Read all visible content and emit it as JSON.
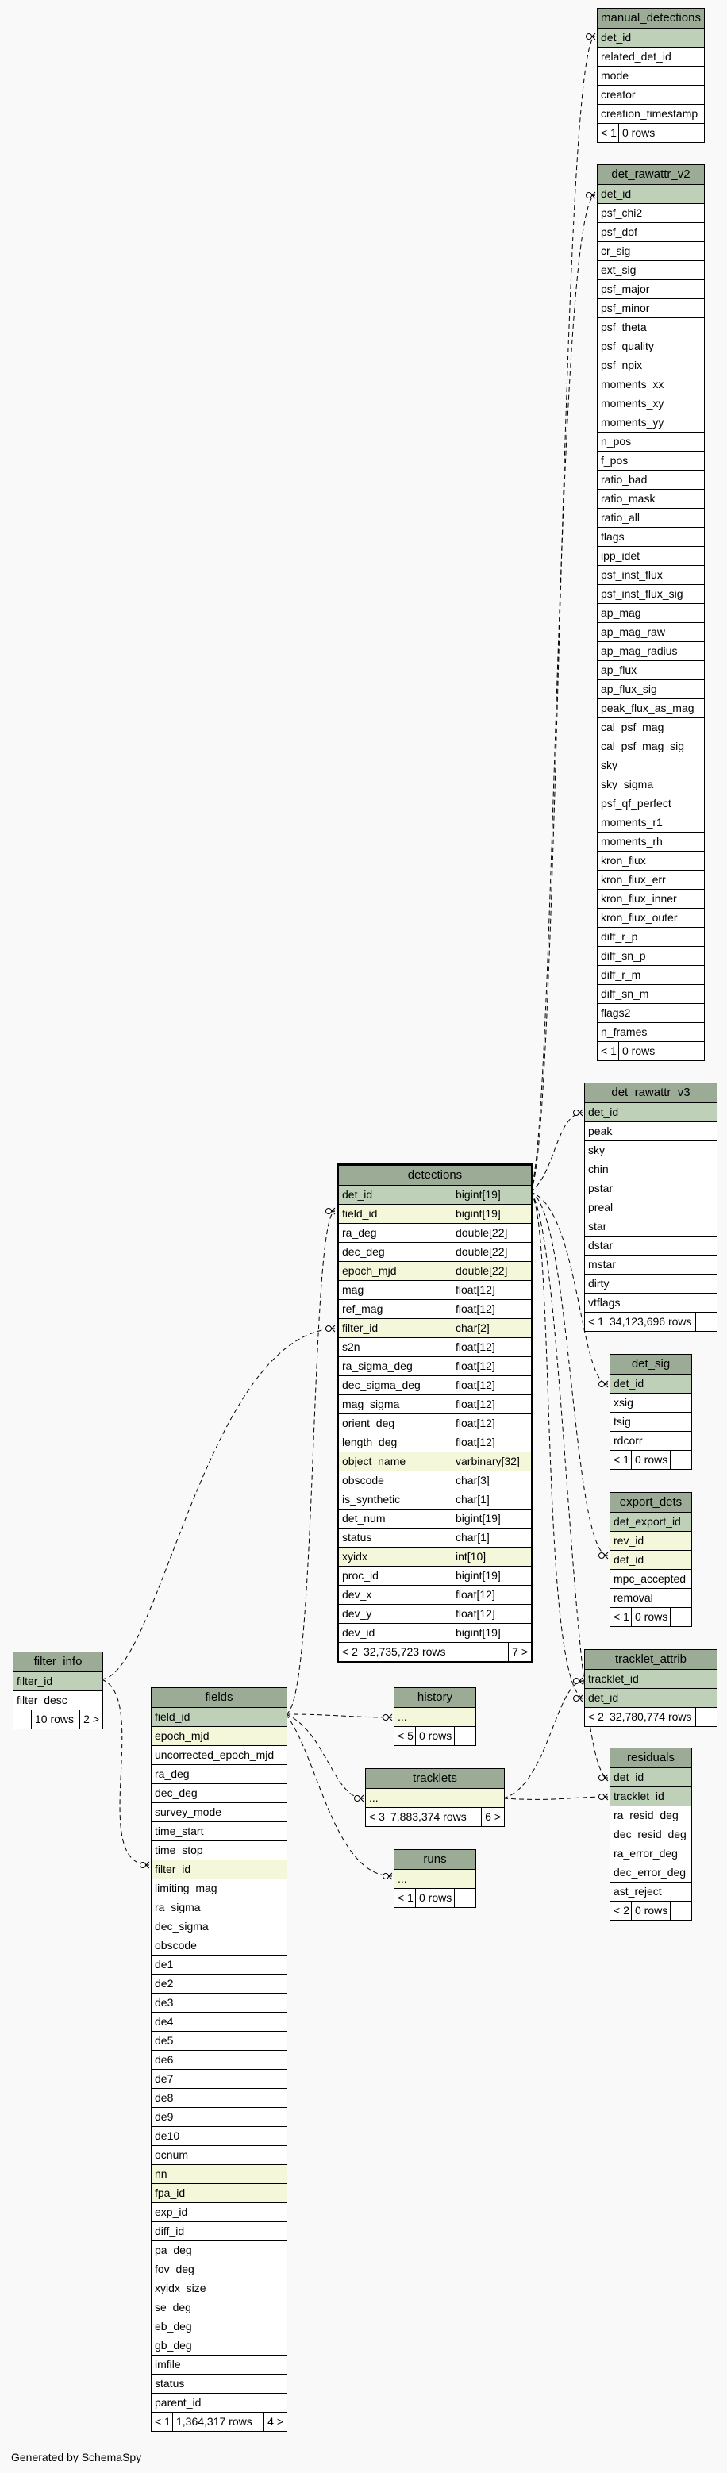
{
  "diagram": {
    "generator": "Generated by SchemaSpy",
    "tables": [
      {
        "key": "manual_detections",
        "name": "manual_detections",
        "columns": [
          {
            "name": "det_id",
            "kind": "pk"
          },
          {
            "name": "related_det_id"
          },
          {
            "name": "mode"
          },
          {
            "name": "creator"
          },
          {
            "name": "creation_timestamp"
          }
        ],
        "footer": {
          "left": "< 1",
          "rows": "0 rows",
          "right": ""
        }
      },
      {
        "key": "det_rawattr_v2",
        "name": "det_rawattr_v2",
        "columns": [
          {
            "name": "det_id",
            "kind": "pk"
          },
          {
            "name": "psf_chi2"
          },
          {
            "name": "psf_dof"
          },
          {
            "name": "cr_sig"
          },
          {
            "name": "ext_sig"
          },
          {
            "name": "psf_major"
          },
          {
            "name": "psf_minor"
          },
          {
            "name": "psf_theta"
          },
          {
            "name": "psf_quality"
          },
          {
            "name": "psf_npix"
          },
          {
            "name": "moments_xx"
          },
          {
            "name": "moments_xy"
          },
          {
            "name": "moments_yy"
          },
          {
            "name": "n_pos"
          },
          {
            "name": "f_pos"
          },
          {
            "name": "ratio_bad"
          },
          {
            "name": "ratio_mask"
          },
          {
            "name": "ratio_all"
          },
          {
            "name": "flags"
          },
          {
            "name": "ipp_idet"
          },
          {
            "name": "psf_inst_flux"
          },
          {
            "name": "psf_inst_flux_sig"
          },
          {
            "name": "ap_mag"
          },
          {
            "name": "ap_mag_raw"
          },
          {
            "name": "ap_mag_radius"
          },
          {
            "name": "ap_flux"
          },
          {
            "name": "ap_flux_sig"
          },
          {
            "name": "peak_flux_as_mag"
          },
          {
            "name": "cal_psf_mag"
          },
          {
            "name": "cal_psf_mag_sig"
          },
          {
            "name": "sky"
          },
          {
            "name": "sky_sigma"
          },
          {
            "name": "psf_qf_perfect"
          },
          {
            "name": "moments_r1"
          },
          {
            "name": "moments_rh"
          },
          {
            "name": "kron_flux"
          },
          {
            "name": "kron_flux_err"
          },
          {
            "name": "kron_flux_inner"
          },
          {
            "name": "kron_flux_outer"
          },
          {
            "name": "diff_r_p"
          },
          {
            "name": "diff_sn_p"
          },
          {
            "name": "diff_r_m"
          },
          {
            "name": "diff_sn_m"
          },
          {
            "name": "flags2"
          },
          {
            "name": "n_frames"
          }
        ],
        "footer": {
          "left": "< 1",
          "rows": "0 rows",
          "right": ""
        }
      },
      {
        "key": "det_rawattr_v3",
        "name": "det_rawattr_v3",
        "columns": [
          {
            "name": "det_id",
            "kind": "pk"
          },
          {
            "name": "peak"
          },
          {
            "name": "sky"
          },
          {
            "name": "chin"
          },
          {
            "name": "pstar"
          },
          {
            "name": "preal"
          },
          {
            "name": "star"
          },
          {
            "name": "dstar"
          },
          {
            "name": "mstar"
          },
          {
            "name": "dirty"
          },
          {
            "name": "vtflags"
          }
        ],
        "footer": {
          "left": "< 1",
          "rows": "34,123,696 rows",
          "right": ""
        }
      },
      {
        "key": "detections",
        "name": "detections",
        "columns": [
          {
            "name": "det_id",
            "type": "bigint[19]",
            "kind": "pk"
          },
          {
            "name": "field_id",
            "type": "bigint[19]",
            "kind": "idx"
          },
          {
            "name": "ra_deg",
            "type": "double[22]"
          },
          {
            "name": "dec_deg",
            "type": "double[22]"
          },
          {
            "name": "epoch_mjd",
            "type": "double[22]",
            "kind": "idx"
          },
          {
            "name": "mag",
            "type": "float[12]"
          },
          {
            "name": "ref_mag",
            "type": "float[12]"
          },
          {
            "name": "filter_id",
            "type": "char[2]",
            "kind": "idx"
          },
          {
            "name": "s2n",
            "type": "float[12]"
          },
          {
            "name": "ra_sigma_deg",
            "type": "float[12]"
          },
          {
            "name": "dec_sigma_deg",
            "type": "float[12]"
          },
          {
            "name": "mag_sigma",
            "type": "float[12]"
          },
          {
            "name": "orient_deg",
            "type": "float[12]"
          },
          {
            "name": "length_deg",
            "type": "float[12]"
          },
          {
            "name": "object_name",
            "type": "varbinary[32]",
            "kind": "idx"
          },
          {
            "name": "obscode",
            "type": "char[3]"
          },
          {
            "name": "is_synthetic",
            "type": "char[1]"
          },
          {
            "name": "det_num",
            "type": "bigint[19]"
          },
          {
            "name": "status",
            "type": "char[1]"
          },
          {
            "name": "xyidx",
            "type": "int[10]",
            "kind": "idx"
          },
          {
            "name": "proc_id",
            "type": "bigint[19]"
          },
          {
            "name": "dev_x",
            "type": "float[12]"
          },
          {
            "name": "dev_y",
            "type": "float[12]"
          },
          {
            "name": "dev_id",
            "type": "bigint[19]"
          }
        ],
        "footer": {
          "left": "< 2",
          "rows": "32,735,723 rows",
          "right": "7 >"
        }
      },
      {
        "key": "det_sig",
        "name": "det_sig",
        "columns": [
          {
            "name": "det_id",
            "kind": "pk"
          },
          {
            "name": "xsig"
          },
          {
            "name": "tsig"
          },
          {
            "name": "rdcorr"
          }
        ],
        "footer": {
          "left": "< 1",
          "rows": "0 rows",
          "right": ""
        }
      },
      {
        "key": "export_dets",
        "name": "export_dets",
        "columns": [
          {
            "name": "det_export_id",
            "kind": "pk"
          },
          {
            "name": "rev_id",
            "kind": "idx"
          },
          {
            "name": "det_id",
            "kind": "idx"
          },
          {
            "name": "mpc_accepted"
          },
          {
            "name": "removal"
          }
        ],
        "footer": {
          "left": "< 1",
          "rows": "0 rows",
          "right": ""
        }
      },
      {
        "key": "filter_info",
        "name": "filter_info",
        "columns": [
          {
            "name": "filter_id",
            "kind": "pk"
          },
          {
            "name": "filter_desc"
          }
        ],
        "footer": {
          "left": "",
          "rows": "10 rows",
          "right": "2 >"
        }
      },
      {
        "key": "fields",
        "name": "fields",
        "columns": [
          {
            "name": "field_id",
            "kind": "pk"
          },
          {
            "name": "epoch_mjd",
            "kind": "idx"
          },
          {
            "name": "uncorrected_epoch_mjd"
          },
          {
            "name": "ra_deg"
          },
          {
            "name": "dec_deg"
          },
          {
            "name": "survey_mode"
          },
          {
            "name": "time_start"
          },
          {
            "name": "time_stop"
          },
          {
            "name": "filter_id",
            "kind": "idx"
          },
          {
            "name": "limiting_mag"
          },
          {
            "name": "ra_sigma"
          },
          {
            "name": "dec_sigma"
          },
          {
            "name": "obscode"
          },
          {
            "name": "de1"
          },
          {
            "name": "de2"
          },
          {
            "name": "de3"
          },
          {
            "name": "de4"
          },
          {
            "name": "de5"
          },
          {
            "name": "de6"
          },
          {
            "name": "de7"
          },
          {
            "name": "de8"
          },
          {
            "name": "de9"
          },
          {
            "name": "de10"
          },
          {
            "name": "ocnum"
          },
          {
            "name": "nn",
            "kind": "idx"
          },
          {
            "name": "fpa_id",
            "kind": "idx"
          },
          {
            "name": "exp_id"
          },
          {
            "name": "diff_id"
          },
          {
            "name": "pa_deg"
          },
          {
            "name": "fov_deg"
          },
          {
            "name": "xyidx_size"
          },
          {
            "name": "se_deg"
          },
          {
            "name": "eb_deg"
          },
          {
            "name": "gb_deg"
          },
          {
            "name": "imfile"
          },
          {
            "name": "status"
          },
          {
            "name": "parent_id"
          }
        ],
        "footer": {
          "left": "< 1",
          "rows": "1,364,317 rows",
          "right": "4 >"
        }
      },
      {
        "key": "history",
        "name": "history",
        "columns": [
          {
            "name": "...",
            "kind": "idx"
          }
        ],
        "footer": {
          "left": "< 5",
          "rows": "0 rows",
          "right": ""
        }
      },
      {
        "key": "tracklets",
        "name": "tracklets",
        "columns": [
          {
            "name": "...",
            "kind": "idx"
          }
        ],
        "footer": {
          "left": "< 3",
          "rows": "7,883,374 rows",
          "right": "6 >"
        }
      },
      {
        "key": "runs",
        "name": "runs",
        "columns": [
          {
            "name": "...",
            "kind": "idx"
          }
        ],
        "footer": {
          "left": "< 1",
          "rows": "0 rows",
          "right": ""
        }
      },
      {
        "key": "tracklet_attrib",
        "name": "tracklet_attrib",
        "columns": [
          {
            "name": "tracklet_id",
            "kind": "pk"
          },
          {
            "name": "det_id",
            "kind": "pk"
          }
        ],
        "footer": {
          "left": "< 2",
          "rows": "32,780,774 rows",
          "right": ""
        }
      },
      {
        "key": "residuals",
        "name": "residuals",
        "columns": [
          {
            "name": "det_id",
            "kind": "pk"
          },
          {
            "name": "tracklet_id",
            "kind": "pk"
          },
          {
            "name": "ra_resid_deg"
          },
          {
            "name": "dec_resid_deg"
          },
          {
            "name": "ra_error_deg"
          },
          {
            "name": "dec_error_deg"
          },
          {
            "name": "ast_reject"
          }
        ],
        "footer": {
          "left": "< 2",
          "rows": "0 rows",
          "right": ""
        }
      }
    ]
  }
}
